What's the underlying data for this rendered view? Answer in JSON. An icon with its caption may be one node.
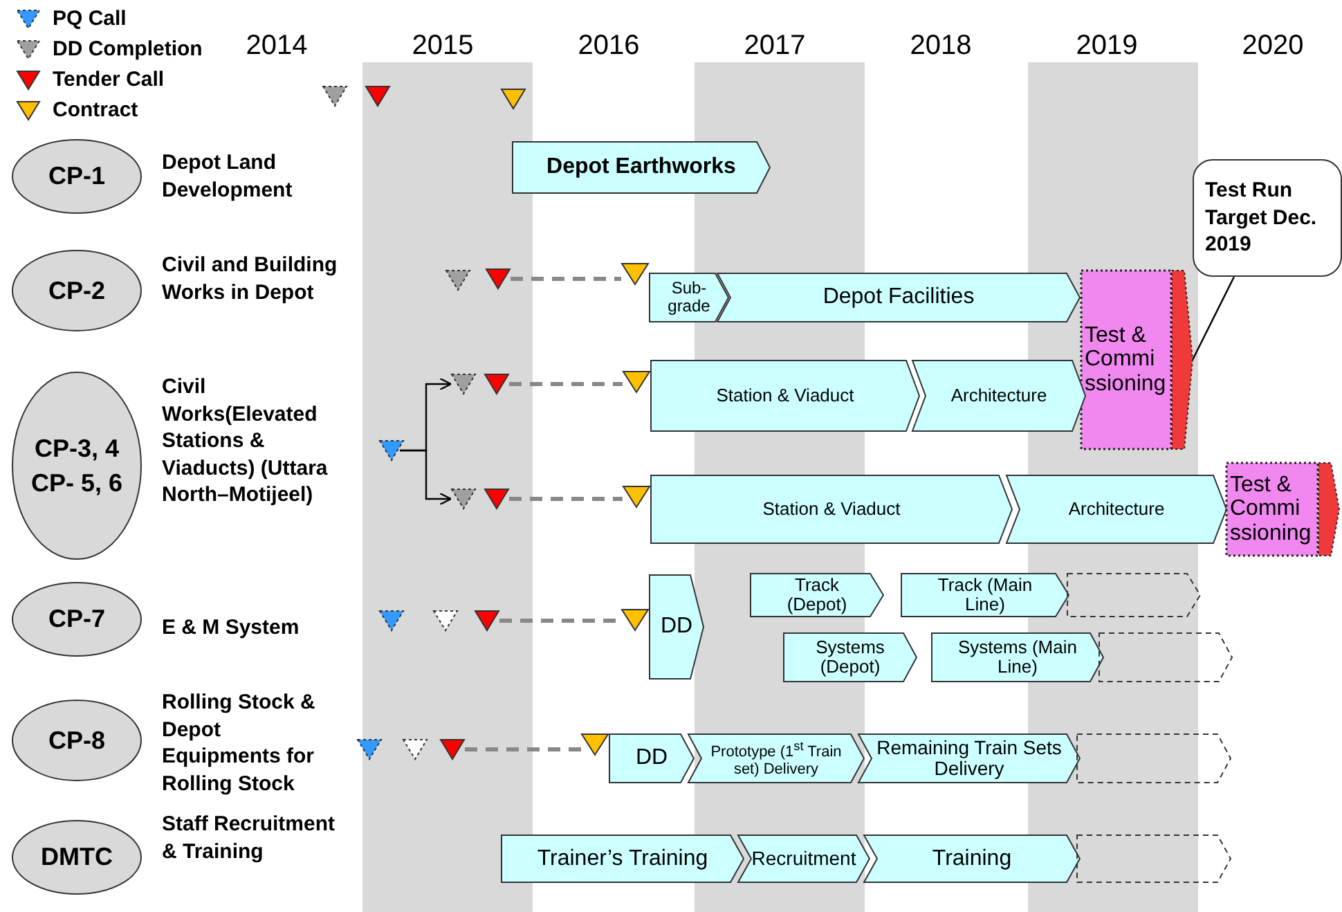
{
  "diagram": {
    "nodes": [
      {
        "text": [
          "CP-1"
        ],
        "beside": [
          "Depot Land Development"
        ]
      },
      {
        "text": [
          "Depot Earthworks"
        ]
      },
      {
        "text": [
          "Test Run Target Dec. 2019"
        ]
      },
      {
        "text": [
          "CP-2"
        ],
        "beside": [
          "Civil and Building Works in Depot"
        ]
      },
      {
        "text": [],
        "shape": "triangle"
      },
      {
        "text": [],
        "shape": "triangle"
      },
      {
        "text": [
          "Sub- grade"
        ]
      },
      {
        "text": [
          "Depot Facilities"
        ]
      },
      {
        "text": [
          "Test & Commi ssioning"
        ]
      },
      {
        "text": [
          "CP-3, 4 CP- 5, 6"
        ],
        "beside": [
          "Civil Works(Elevated Stations & Viaducts) (Uttara North–Motijeel)"
        ]
      },
      {
        "text": [],
        "shape": "triangle"
      },
      {
        "text": [],
        "shape": "triangle"
      },
      {
        "text": [],
        "shape": "triangle"
      },
      {
        "text": [],
        "shape": "triangle"
      },
      {
        "text": [
          "Station & Viaduct"
        ]
      },
      {
        "text": [
          "Architecture"
        ]
      },
      {
        "text": [],
        "shape": "triangle"
      },
      {
        "text": [],
        "shape": "triangle"
      },
      {
        "text": [],
        "shape": "triangle"
      },
      {
        "text": [
          "Station & Viaduct"
        ]
      },
      {
        "text": [
          "Architecture"
        ]
      },
      {
        "text": [
          "Test & Commi ssioning"
        ]
      },
      {
        "text": [
          "CP-7"
        ],
        "beside": [
          "E & M System"
        ]
      },
      {
        "text": [],
        "shape": "triangle"
      },
      {
        "text": [],
        "shape": "triangle"
      },
      {
        "text": [
          "DD"
        ]
      },
      {
        "text": [
          "Track (Depot)"
        ]
      },
      {
        "text": [
          "Track (Main Line)"
        ]
      },
      {
        "text": [],
        "shape": "box"
      },
      {
        "text": [
          "Systems (Depot)"
        ]
      },
      {
        "text": [
          "Systems (Main Line)"
        ]
      },
      {
        "text": [],
        "shape": "box"
      },
      {
        "text": [
          "CP-8"
        ],
        "beside": [
          "Rolling Stock & Depot Equipments for Rolling Stock"
        ]
      },
      {
        "text": [],
        "shape": "triangle"
      },
      {
        "text": [],
        "shape": "triangle"
      },
      {
        "text": [
          "DD"
        ]
      },
      {
        "text": [
          "Prototype (1$^{st}$ Train set) Delivery"
        ]
      },
      {
        "text": [
          "Remaining Train Sets Delivery"
        ]
      },
      {
        "text": [],
        "shape": "box"
      },
      {
        "text": [
          "DMTC"
        ],
        "beside": [
          "Staff Recruitment & Training"
        ]
      },
      {
        "text": [
          "Trainer’s Training"
        ]
      },
      {
        "text": [
          "Recruitment"
        ]
      },
      {
        "text": [
          "Training"
        ]
      },
      {
        "text": [],
        "shape": "box"
      },
      {
        "text": [],
        "shape": "bar"
      },
      {
        "text": [],
        "shape": "bar"
      }
    ],
    "edges": [
      {
        "from": 2,
        "to": 44,
        "arrow": "none",
        "color": "#000000"
      },
      {
        "from": 4,
        "to": 5,
        "arrow": "none",
        "style": "dashed"
      },
      {
        "from": 10,
        "to": 11,
        "arrow": "to",
        "color": "#000000"
      },
      {
        "from": 10,
        "to": 16,
        "arrow": "to",
        "color": "#000000"
      },
      {
        "from": 12,
        "to": 13,
        "arrow": "none",
        "style": "dashed"
      },
      {
        "from": 17,
        "to": 18,
        "arrow": "none",
        "style": "dashed"
      },
      {
        "from": 23,
        "to": 24,
        "arrow": "none",
        "style": "dashed"
      },
      {
        "from": 33,
        "to": 34,
        "arrow": "none",
        "style": "dashed"
      }
    ],
    "labels": [
      "2014",
      "2015",
      "2016",
      "2017",
      "2018",
      "2019",
      "2020"
    ],
    "legend": [
      {
        "text": "PQ Call",
        "color": "#3399ff"
      },
      {
        "text": "DD Completion",
        "color": "#a0a0a0"
      },
      {
        "text": "Tender Call",
        "color": "#ff0000"
      },
      {
        "text": "Contract",
        "color": "#ffc000"
      }
    ]
  }
}
